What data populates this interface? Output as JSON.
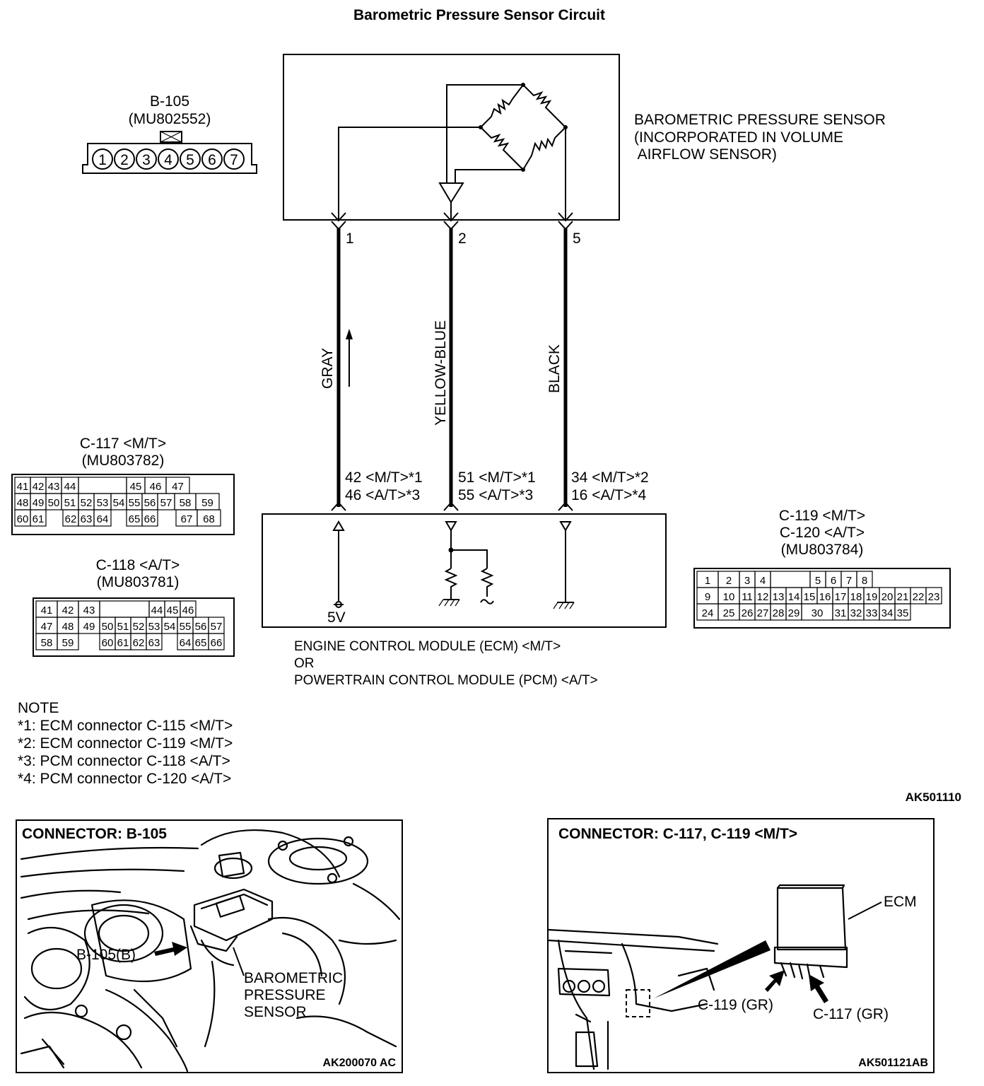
{
  "title": "Barometric Pressure Sensor Circuit",
  "sensor_label": [
    "BAROMETRIC PRESSURE SENSOR",
    "(INCORPORATED IN VOLUME",
    " AIRFLOW SENSOR)"
  ],
  "b105": {
    "name": "B-105",
    "part": "(MU802552)",
    "pins": [
      "1",
      "2",
      "3",
      "4",
      "5",
      "6",
      "7"
    ]
  },
  "pins": {
    "p1": "1",
    "p2": "2",
    "p5": "5"
  },
  "wires": {
    "gray": "GRAY",
    "yellow_blue": "YELLOW-BLUE",
    "black": "BLACK"
  },
  "terminals": {
    "t1_mt": "42 <M/T>*1",
    "t1_at": "46 <A/T>*3",
    "t2_mt": "51 <M/T>*1",
    "t2_at": "55 <A/T>*3",
    "t5_mt": "34 <M/T>*2",
    "t5_at": "16 <A/T>*4"
  },
  "v5": "5V",
  "module_label": [
    "ENGINE CONTROL MODULE (ECM) <M/T>",
    "OR",
    "POWERTRAIN CONTROL MODULE (PCM) <A/T>"
  ],
  "c117": {
    "title": "C-117 <M/T>",
    "part": "(MU803782)",
    "rows": [
      [
        "41",
        "42",
        "43",
        "44",
        "",
        "45",
        "46",
        "47"
      ],
      [
        "48",
        "49",
        "50",
        "51",
        "52",
        "53",
        "54",
        "55",
        "56",
        "57",
        "58",
        "59"
      ],
      [
        "60",
        "61",
        "",
        "62",
        "63",
        "64",
        "",
        "65",
        "66",
        "",
        "67",
        "68"
      ]
    ]
  },
  "c118": {
    "title": "C-118 <A/T>",
    "part": "(MU803781)",
    "rows": [
      [
        "41",
        "42",
        "43",
        "",
        "44",
        "45",
        "46"
      ],
      [
        "47",
        "48",
        "49",
        "50",
        "51",
        "52",
        "53",
        "54",
        "55",
        "56",
        "57"
      ],
      [
        "58",
        "59",
        "",
        "60",
        "61",
        "62",
        "63",
        "",
        "64",
        "65",
        "66"
      ]
    ]
  },
  "c119": {
    "title1": "C-119 <M/T>",
    "title2": "C-120 <A/T>",
    "part": "(MU803784)",
    "rows": [
      [
        "1",
        "2",
        "3",
        "4",
        "",
        "5",
        "6",
        "7",
        "8"
      ],
      [
        "9",
        "10",
        "11",
        "12",
        "13",
        "14",
        "15",
        "16",
        "17",
        "18",
        "19",
        "20",
        "21",
        "22",
        "23"
      ],
      [
        "24",
        "25",
        "26",
        "27",
        "28",
        "29",
        "30",
        "31",
        "32",
        "33",
        "34",
        "35"
      ]
    ]
  },
  "note": {
    "heading": "NOTE",
    "lines": [
      "*1: ECM connector C-115 <M/T>",
      "*2: ECM connector C-119 <M/T>",
      "*3: PCM connector C-118 <A/T>",
      "*4: PCM connector C-120 <A/T>"
    ]
  },
  "fig_code": "AK501110",
  "panel_left": {
    "title": "CONNECTOR: B-105",
    "callout": "B-105(B)",
    "sensor_text": [
      "BAROMETRIC",
      "PRESSURE",
      "SENSOR"
    ],
    "code": "AK200070 AC"
  },
  "panel_right": {
    "title": "CONNECTOR: C-117, C-119 <M/T>",
    "ecm": "ECM",
    "c119_label": "C-119 (GR)",
    "c117_label": "C-117 (GR)",
    "code": "AK501121AB"
  }
}
